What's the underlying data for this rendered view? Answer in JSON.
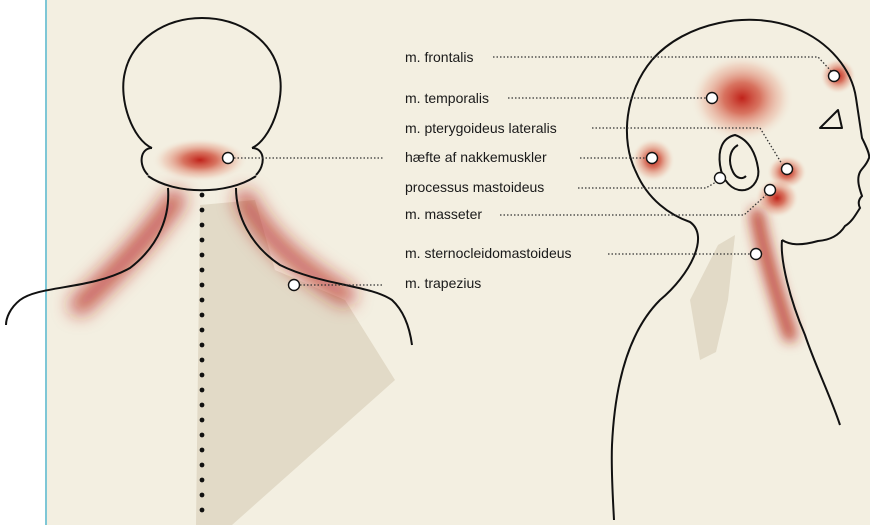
{
  "colors": {
    "background": "#f3efe1",
    "margin_strip": "#ffffff",
    "margin_rule": "#7ec7d6",
    "outline": "#111111",
    "pain_center": "#c0221a",
    "shadow": "#e2dac7"
  },
  "labels": {
    "frontalis": "m. frontalis",
    "temporalis": "m. temporalis",
    "pterygoideus": "m. pterygoideus lateralis",
    "nakkemuskler": "hæfte af nakkemuskler",
    "mastoideus": "processus mastoideus",
    "masseter": "m. masseter",
    "sternocleidomastoideus": "m. sternocleidomastoideus",
    "trapezius": "m. trapezius"
  }
}
